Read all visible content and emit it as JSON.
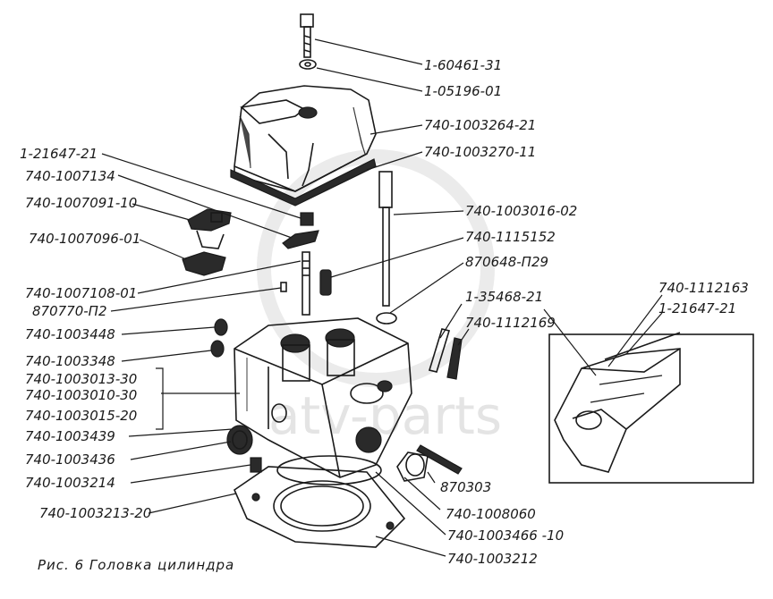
{
  "labels": {
    "bolt": "1-60461-31",
    "washer_top": "1-05196-01",
    "cover": "740-1003264-21",
    "cover_gasket": "740-1003270-11",
    "nut_stud": "1-21647-21",
    "bracket": "740-1007134",
    "rocker_assy": "740-1007091-10",
    "rocker_support": "740-1007096-01",
    "stud_long": "740-1003016-02",
    "spring_part": "740-1115152",
    "ring": "870648-П29",
    "pushrod_guide": "740-1007108-01",
    "pin": "870770-П2",
    "plug_a": "740-1003448",
    "plug_b": "740-1003348",
    "head_1": "740-1003013-30",
    "head_2": "740-1003010-30",
    "head_3": "740-1003015-20",
    "cap_plug": "740-1003439",
    "sleeve": "740-1003436",
    "plug_c": "740-1003214",
    "head_gasket": "740-1003213-20",
    "injector_tube": "1-35468-21",
    "injector": "740-1112169",
    "inset_a": "740-1112163",
    "inset_b": "1-21647-21",
    "stud_short": "870303",
    "seal_ring": "740-1008060",
    "liner_seal": "740-1003466 -10",
    "gasket_bottom": "740-1003212"
  },
  "caption": "Рис. 6  Головка цилиндра",
  "watermark": "atv-parts",
  "colors": {
    "ink": "#1a1a1a",
    "paper": "#ffffff",
    "watermark": "#cfcfcf"
  }
}
